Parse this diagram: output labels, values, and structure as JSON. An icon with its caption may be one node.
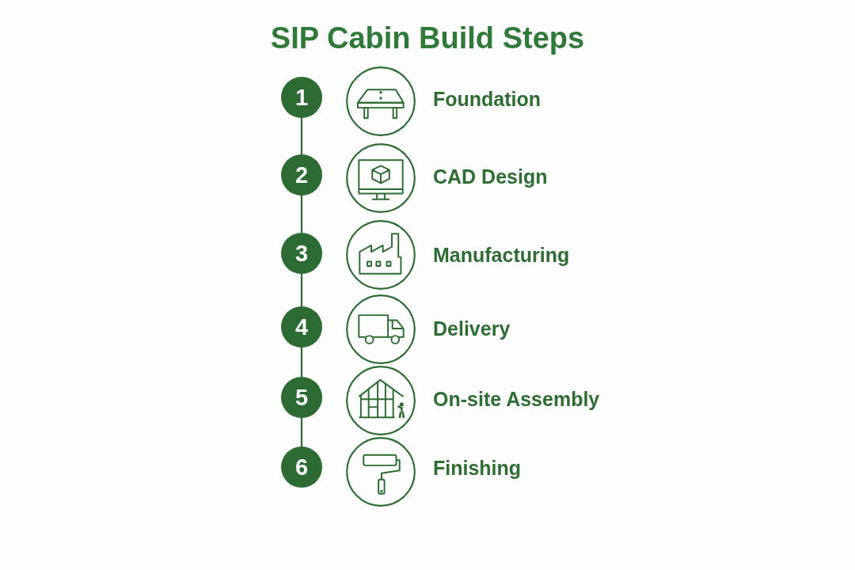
{
  "diagram": {
    "title": "SIP Cabin Build Steps",
    "nodes": [
      {
        "text": [
          "1"
        ]
      },
      {
        "text": [
          "2"
        ]
      },
      {
        "text": [
          "3"
        ]
      },
      {
        "text": [
          "4"
        ]
      },
      {
        "text": [
          "5"
        ]
      },
      {
        "text": [
          "6"
        ]
      }
    ],
    "edges": [
      {
        "from": 0,
        "to": 1,
        "arrow": "none"
      },
      {
        "from": 1,
        "to": 2,
        "arrow": "none"
      },
      {
        "from": 2,
        "to": 3,
        "arrow": "none"
      },
      {
        "from": 3,
        "to": 4,
        "arrow": "none"
      },
      {
        "from": 4,
        "to": 5,
        "arrow": "none"
      }
    ],
    "labels": [
      "Foundation",
      "CAD Design",
      "Manufacturing",
      "Delivery",
      "On-site Assembly",
      "Finishing"
    ]
  }
}
